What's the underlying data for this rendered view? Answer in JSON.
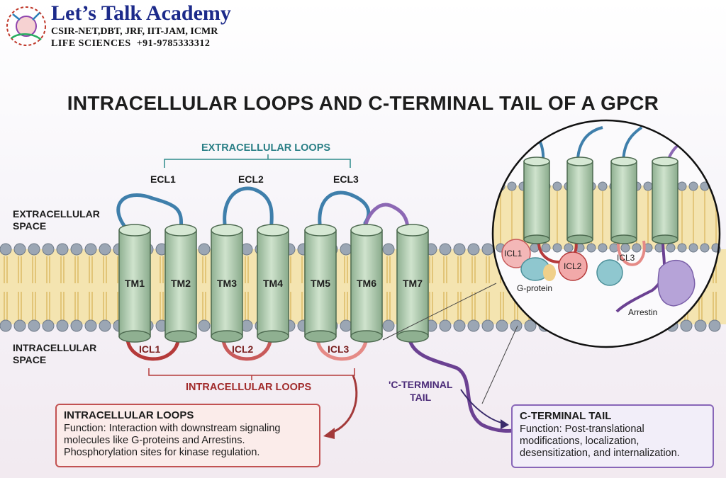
{
  "header": {
    "logo_title": "Let’s Talk Academy",
    "logo_line1": "CSIR-NET,DBT, JRF, IIT-JAM, ICMR",
    "logo_line2": "LIFE SCIENCES  +91-9785333312"
  },
  "title": "INTRACELLULAR LOOPS AND C-TERMINAL TAIL OF A GPCR",
  "regions": {
    "extracellular": "EXTRACELLULAR\nSPACE",
    "intracellular": "INTRACELLULAR\nSPACE"
  },
  "helices": [
    "TM1",
    "TM2",
    "TM3",
    "TM4",
    "TM5",
    "TM6",
    "TM7"
  ],
  "extracellular_loops": {
    "group_label": "EXTRACELLULAR LOOPS",
    "labels": [
      "ECL1",
      "ECL2",
      "ECL3"
    ]
  },
  "intracellular_loops": {
    "group_label": "INTRACELLULAR LOOPS",
    "labels": [
      "ICL1",
      "ICL2",
      "ICL3"
    ]
  },
  "c_tail_label": "'C-TERMINAL\nTAIL",
  "inset": {
    "icl1": "ICL1",
    "icl2": "ICL2",
    "icl3": "ICL3",
    "gprotein": "G-protein",
    "arrestin": "Arrestin"
  },
  "icl_box": {
    "title": "INTRACELLULAR LOOPS",
    "body": "Function: Interaction with downstream signaling\nmolecules like G-proteins and Arrestins.\nPhosphorylation sites for kinase regulation."
  },
  "ctail_box": {
    "title": "C-TERMINAL TAIL",
    "body": "Function: Post-translational\nmodifications, localization,\ndesensitization, and internalization."
  },
  "colors": {
    "helix": "#b9d3b8",
    "ecl": "#3f7fab",
    "icl1": "#b53a3a",
    "icl2": "#c85a5a",
    "icl3": "#e58a86",
    "ctail": "#6b4192",
    "membrane": "#f2dfa6",
    "lipid_head": "#9aa4b1"
  }
}
